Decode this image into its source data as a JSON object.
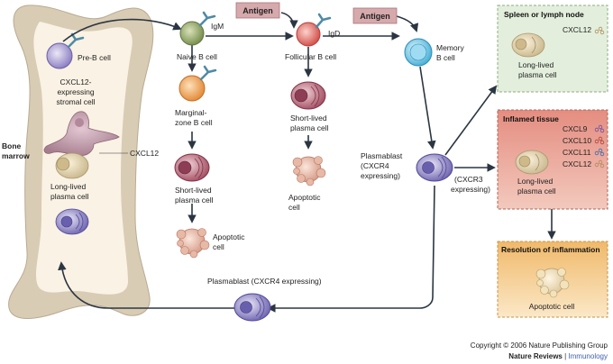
{
  "bone_marrow": {
    "label_line1": "Bone",
    "label_line2": "marrow",
    "pre_b": "Pre-B cell",
    "stromal_line1": "CXCL12-",
    "stromal_line2": "expressing",
    "stromal_line3": "stromal cell",
    "cxcl12": "CXCL12",
    "llpc_line1": "Long-lived",
    "llpc_line2": "plasma cell"
  },
  "naive": {
    "label": "Naive B cell",
    "receptor": "IgM"
  },
  "mz": {
    "line1": "Marginal-",
    "line2": "zone B cell"
  },
  "slpc_left": {
    "line1": "Short-lived",
    "line2": "plasma cell"
  },
  "apop_left": {
    "line1": "Apoptotic",
    "line2": "cell"
  },
  "antigen1": "Antigen",
  "antigen2": "Antigen",
  "follicular": {
    "label": "Follicular B cell",
    "receptor": "IgD"
  },
  "slpc_mid": {
    "line1": "Short-lived",
    "line2": "plasma cell"
  },
  "apop_mid": {
    "line1": "Apoptotic",
    "line2": "cell"
  },
  "memory": {
    "line1": "Memory",
    "line2": "B cell"
  },
  "plasmablast_right": {
    "line1": "Plasmablast",
    "line2": "(CXCR4",
    "line3": "expressing)"
  },
  "cxcr3": {
    "line1": "(CXCR3",
    "line2": "expressing)"
  },
  "plasmablast_bottom": "Plasmablast (CXCR4 expressing)",
  "spleen_box": {
    "title": "Spleen or lymph node",
    "chemokine": "CXCL12",
    "cell_line1": "Long-lived",
    "cell_line2": "plasma cell"
  },
  "inflamed_box": {
    "title": "Inflamed tissue",
    "chemokines": [
      "CXCL9",
      "CXCL10",
      "CXCL11",
      "CXCL12"
    ],
    "cell_line1": "Long-lived",
    "cell_line2": "plasma cell"
  },
  "resolution_box": {
    "title": "Resolution of inflammation",
    "cell_label": "Apoptotic cell"
  },
  "copyright": "Copyright © 2006 Nature Publishing Group",
  "journal": {
    "name": "Nature Reviews",
    "separator": " | ",
    "section": "Immunology"
  },
  "colors": {
    "spleen_box_fill": "#e3efdc",
    "inflamed_box_fill": "#e9a99b",
    "resolution_box_fill": "#f6d7a3",
    "antigen_fill": "#d6a9ac",
    "bone_fill": "#d9ccb4",
    "marrow_fill": "#faf2e4"
  }
}
